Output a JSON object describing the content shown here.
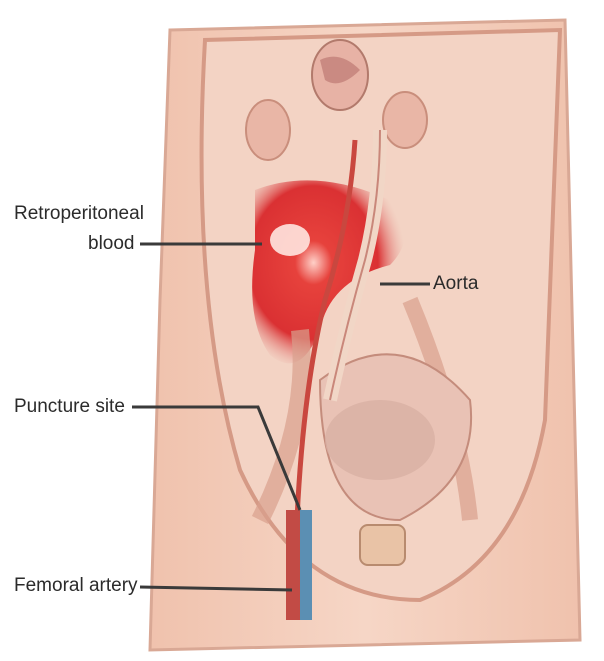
{
  "diagram": {
    "labels": {
      "retroperitoneal_line1": "Retroperitoneal",
      "retroperitoneal_line2": "blood",
      "aorta": "Aorta",
      "puncture_site": "Puncture site",
      "femoral_artery": "Femoral artery"
    },
    "colors": {
      "skin": "#f2c9b4",
      "tissue": "#e8b3a0",
      "tissue_dark": "#d99c88",
      "blood": "#d9282b",
      "artery": "#c24b45",
      "vein": "#5b8fb3",
      "background": "#ffffff"
    }
  }
}
